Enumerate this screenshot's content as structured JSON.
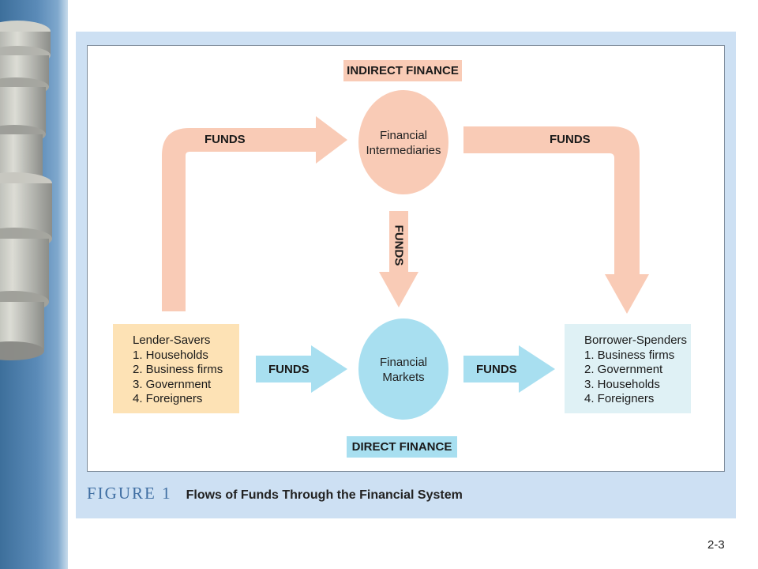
{
  "diagram": {
    "indirect_finance_label": "INDIRECT FINANCE",
    "direct_finance_label": "DIRECT FINANCE",
    "financial_intermediaries": [
      "Financial",
      "Intermediaries"
    ],
    "financial_markets": [
      "Financial",
      "Markets"
    ],
    "funds_label": "FUNDS",
    "lender_savers": {
      "title": "Lender-Savers",
      "items": [
        "1. Households",
        "2. Business firms",
        "3. Government",
        "4. Foreigners"
      ]
    },
    "borrower_spenders": {
      "title": "Borrower-Spenders",
      "items": [
        "1. Business firms",
        "2. Government",
        "3. Households",
        "4. Foreigners"
      ]
    },
    "colors": {
      "indirect": "#f9cbb6",
      "direct": "#a8dff0",
      "lenders": "#fde2b5",
      "borrowers": "#dff1f5",
      "panel": "#cde0f3"
    }
  },
  "figure": {
    "number": "FIGURE 1",
    "title": "Flows of Funds Through the Financial System"
  },
  "slide_number": "2-3",
  "decoration": {
    "side_image": "coin-stack"
  }
}
